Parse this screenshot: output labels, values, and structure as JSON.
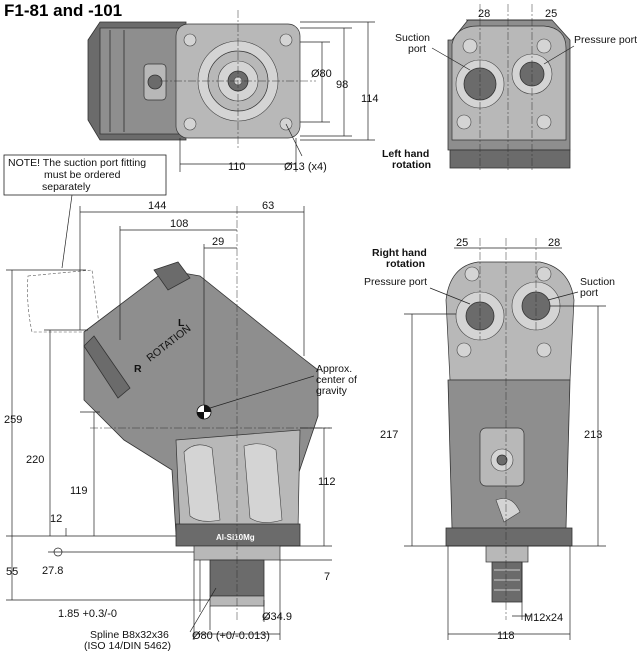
{
  "title": "F1-81 and -101",
  "note": {
    "line1": "NOTE! The suction port fitting",
    "line2": "must be ordered",
    "line3": "separately"
  },
  "labels": {
    "suction_port_a": "Suction",
    "suction_port_b": "port",
    "pressure_port": "Pressure port",
    "left_hand_a": "Left hand",
    "left_hand_b": "rotation",
    "right_hand_a": "Right hand",
    "right_hand_b": "rotation",
    "pressure_port_2": "Pressure port",
    "suction_port_2a": "Suction",
    "suction_port_2b": "port",
    "cog_a": "Approx.",
    "cog_b": "center of",
    "cog_c": "gravity",
    "rotation": "ROTATION",
    "rot_r": "R",
    "rot_l": "L",
    "material": "Al-Si10Mg",
    "spline_a": "Spline B8x32x36",
    "spline_b": "(ISO 14/DIN 5462)"
  },
  "dims": {
    "top_flange_dia": "Ø80",
    "top_98": "98",
    "top_114": "114",
    "top_110": "110",
    "top_holes": "Ø13 (x4)",
    "lh_28": "28",
    "lh_25": "25",
    "d144": "144",
    "d108": "108",
    "d29": "29",
    "d63": "63",
    "d259": "259",
    "d220": "220",
    "d119": "119",
    "d112": "112",
    "d12": "12",
    "d55": "55",
    "d27_8": "27.8",
    "d7": "7",
    "d1_85": "1.85 +0.3/-0",
    "d34_9": "Ø34.9",
    "d80_tol": "Ø80 (+0/-0.013)",
    "rh_25": "25",
    "rh_28": "28",
    "d217": "217",
    "d213": "213",
    "m12": "M12x24",
    "d118": "118"
  }
}
